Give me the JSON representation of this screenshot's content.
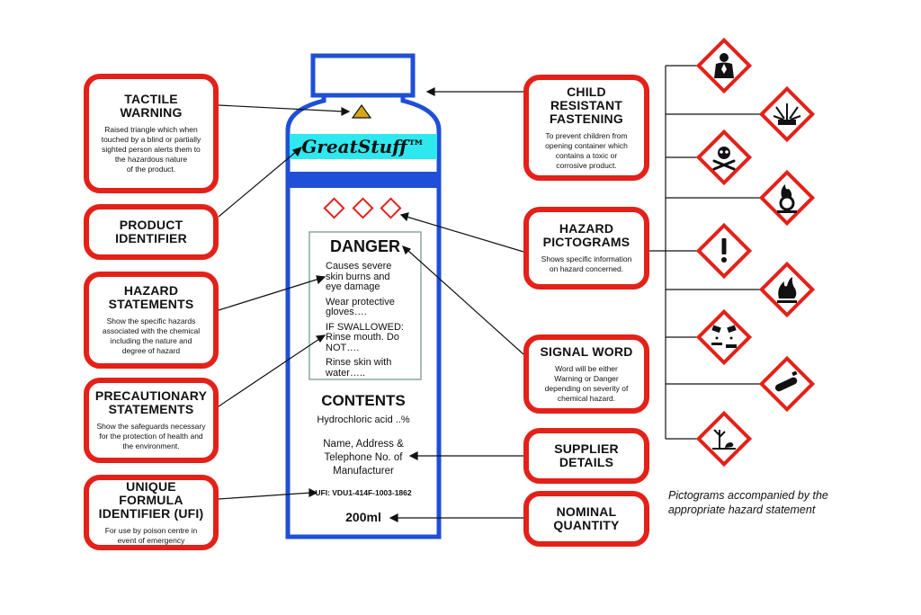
{
  "left_boxes": [
    {
      "title": "TACTILE\nWARNING",
      "desc": "Raised triangle which when\ntouched by a blind or partially\nsighted person alerts them to\nthe hazardous nature\nof the product."
    },
    {
      "title": "PRODUCT\nIDENTIFIER",
      "desc": ""
    },
    {
      "title": "HAZARD\nSTATEMENTS",
      "desc": "Show the specific hazards\nassociated with the chemical\nincluding the nature and\ndegree of hazard"
    },
    {
      "title": "PRECAUTIONARY\nSTATEMENTS",
      "desc": "Show the safeguards necessary\nfor the protection of health and\nthe environment."
    },
    {
      "title": "UNIQUE FORMULA\nIDENTIFIER (UFI)",
      "desc": "For use by poison centre in\nevent of emergency"
    }
  ],
  "right_boxes": [
    {
      "title": "CHILD\nRESISTANT\nFASTENING",
      "desc": "To prevent children from\nopening container which\ncontains a toxic or\ncorrosive product."
    },
    {
      "title": "HAZARD\nPICTOGRAMS",
      "desc": "Shows specific information\non hazard concerned."
    },
    {
      "title": "SIGNAL WORD",
      "desc": "Word will be either\nWarning or Danger\ndepending on severity of\nchemical hazard."
    },
    {
      "title": "SUPPLIER\nDETAILS",
      "desc": ""
    },
    {
      "title": "NOMINAL\nQUANTITY",
      "desc": ""
    }
  ],
  "bottle": {
    "brand": "GreatStuff™",
    "signal_word": "DANGER",
    "hazard_lines": [
      "Causes severe\nskin burns and\neye damage",
      "Wear protective\ngloves….",
      "IF SWALLOWED:\nRinse mouth. Do\nNOT….",
      "Rinse skin with\nwater….."
    ],
    "contents_title": "CONTENTS",
    "contents_value": "Hydrochloric acid ..%",
    "supplier": "Name, Address &\nTelephone No. of\nManufacturer",
    "ufi": "UFI: VDU1-414F-1003-1862",
    "quantity": "200ml"
  },
  "pictograms": [
    "health-hazard",
    "explosive",
    "toxic",
    "oxidizing",
    "harmful",
    "flammable",
    "corrosive",
    "compressed-gas",
    "environment"
  ],
  "footnote": "Pictograms accompanied by the\nappropriate hazard statement",
  "colors": {
    "red": "#e32119",
    "blue": "#1f4fd6",
    "cyan": "#2ee8ef"
  }
}
